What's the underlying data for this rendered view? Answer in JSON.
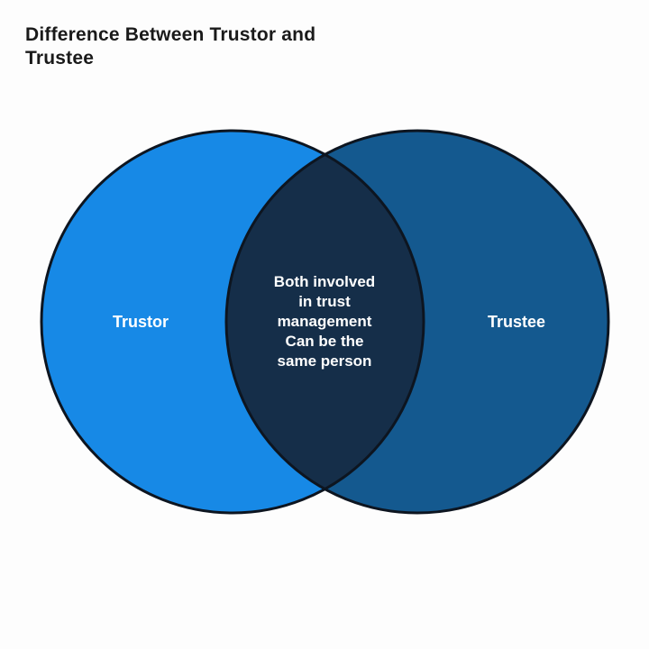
{
  "title": "Difference Between Trustor and Trustee",
  "diagram": {
    "type": "venn",
    "left": {
      "label": "Trustor",
      "color": "#1789E6"
    },
    "right": {
      "label": "Trustee",
      "color": "#14598F"
    },
    "overlap": {
      "color": "#152E49",
      "lines": {
        "0": "Both involved",
        "1": "in trust",
        "2": "management",
        "3": "Can be the",
        "4": "same person"
      }
    },
    "outline_color": "#0D1520",
    "text_color": "#FFFFFF"
  }
}
